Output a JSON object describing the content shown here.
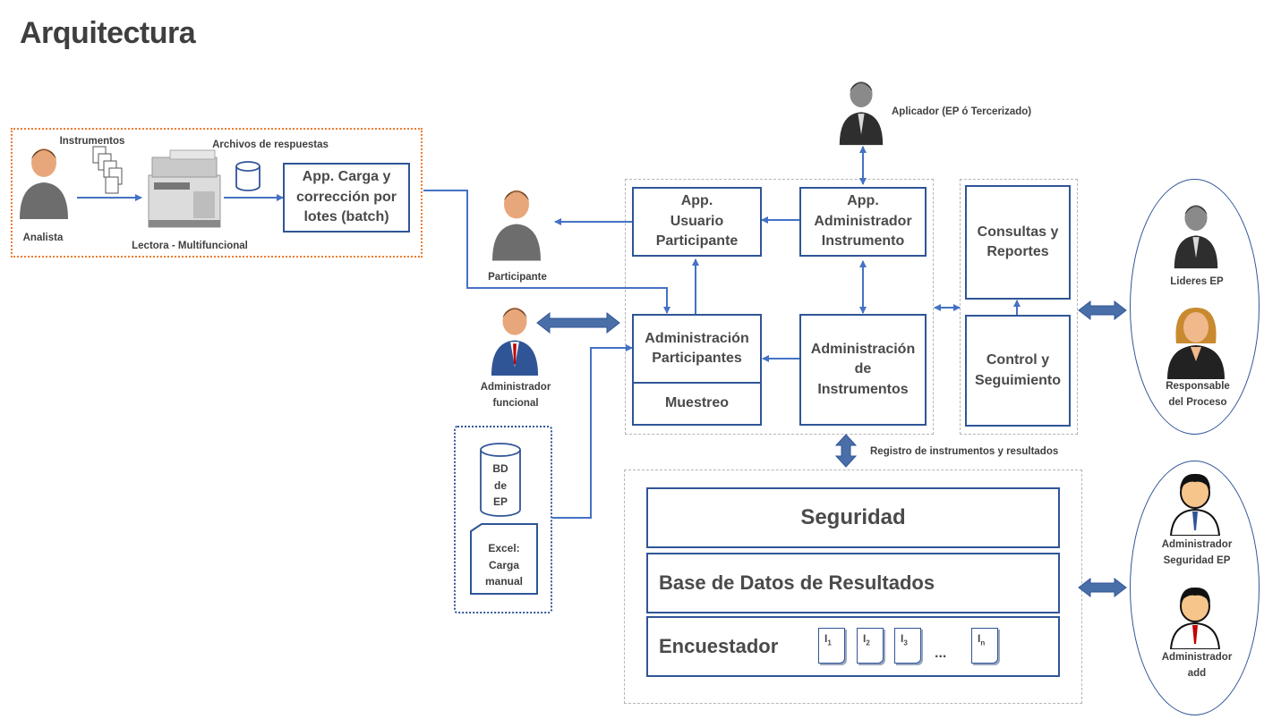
{
  "title": "Arquitectura",
  "actors": {
    "analista": "Analista",
    "instrumentos": "Instrumentos",
    "archivos": "Archivos de respuestas",
    "lectora": "Lectora - Multifuncional",
    "participante": "Participante",
    "administrador_funcional": "Administrador\nfuncional",
    "aplicador": "Aplicador (EP ó Tercerizado)",
    "lideres": "Lideres EP",
    "responsable": "Responsable\ndel Proceso",
    "admin_seguridad": "Administrador\nSeguridad EP",
    "admin_add": "Administrador\nadd"
  },
  "boxes": {
    "carga": "App. Carga y\ncorrección por\nlotes (batch)",
    "usuario": "App.\nUsuario\nParticipante",
    "admin_instrumento": "App.\nAdministrador\nInstrumento",
    "admin_participantes": "Administración\nParticipantes",
    "muestreo": "Muestreo",
    "admin_instrumentos": "Administración\nde\nInstrumentos",
    "consultas": "Consultas y\nReportes",
    "control": "Control y\nSeguimiento",
    "seguridad": "Seguridad",
    "base_datos": "Base de Datos de Resultados",
    "encuestador": "Encuestador"
  },
  "bd_ep": "BD\nde\nEP",
  "excel": "Excel:\nCarga\nmanual",
  "registro": "Registro de instrumentos y resultados",
  "instruments": {
    "letter": "I",
    "subs": [
      "1",
      "2",
      "3"
    ],
    "ellipsis": "...",
    "last": "n"
  }
}
